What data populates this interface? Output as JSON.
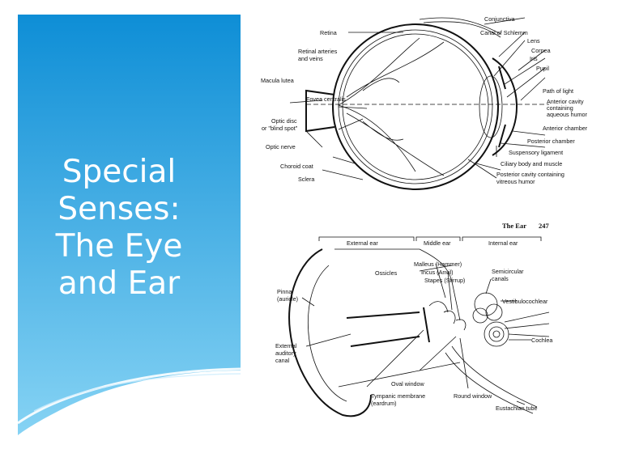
{
  "slide": {
    "title_lines": [
      "Special",
      "Senses:",
      "The Eye",
      "and Ear"
    ]
  },
  "colors": {
    "panel_top": "#0e8ed6",
    "panel_bottom": "#7ccdf2"
  },
  "eye": {
    "labels": {
      "conjunctiva": "Conjunctiva",
      "retina": "Retina",
      "canal": "Canal of Schlemm",
      "lens": "Lens",
      "retinal_arteries_1": "Retinal arteries",
      "retinal_arteries_2": "and veins",
      "cornea": "Cornea",
      "iris": "Iris",
      "pupil": "Pupil",
      "macula": "Macula lutea",
      "path_of_light": "Path of light",
      "fovea": "Fovea centralis",
      "anterior_cavity_1": "Anterior cavity",
      "anterior_cavity_2": "containing",
      "anterior_cavity_3": "aqueous humor",
      "optic_disc_1": "Optic disc",
      "optic_disc_2": "or \"blind spot\"",
      "anterior_chamber": "Anterior chamber",
      "posterior_chamber": "Posterior chamber",
      "optic_nerve": "Optic nerve",
      "suspensory": "Suspensory ligament",
      "choroid": "Choroid coat",
      "ciliary": "Ciliary body and muscle",
      "sclera": "Sclera",
      "posterior_cavity_1": "Posterior cavity containing",
      "posterior_cavity_2": "vitreous humor"
    }
  },
  "ear": {
    "page_header": "The Ear",
    "page_number": "247",
    "sections": {
      "external": "External ear",
      "middle": "Middle ear",
      "internal": "Internal ear"
    },
    "labels": {
      "ossicles": "Ossicles",
      "malleus": "Malleus (Hammer)",
      "incus": "Incus (Anvil)",
      "stapes": "Stapes (Stirrup)",
      "semicircular_1": "Semicircular",
      "semicircular_2": "canals",
      "pinna_1": "Pinna",
      "pinna_2": "(auricle)",
      "vestibulocochlear": "Vestibulocochlear",
      "cochlea": "Cochlea",
      "external_canal_1": "External",
      "external_canal_2": "auditory",
      "external_canal_3": "canal",
      "oval_window": "Oval window",
      "tympanic_1": "Tympanic membrane",
      "tympanic_2": "(eardrum)",
      "round_window": "Round window",
      "eustachian": "Eustachian tube"
    }
  }
}
